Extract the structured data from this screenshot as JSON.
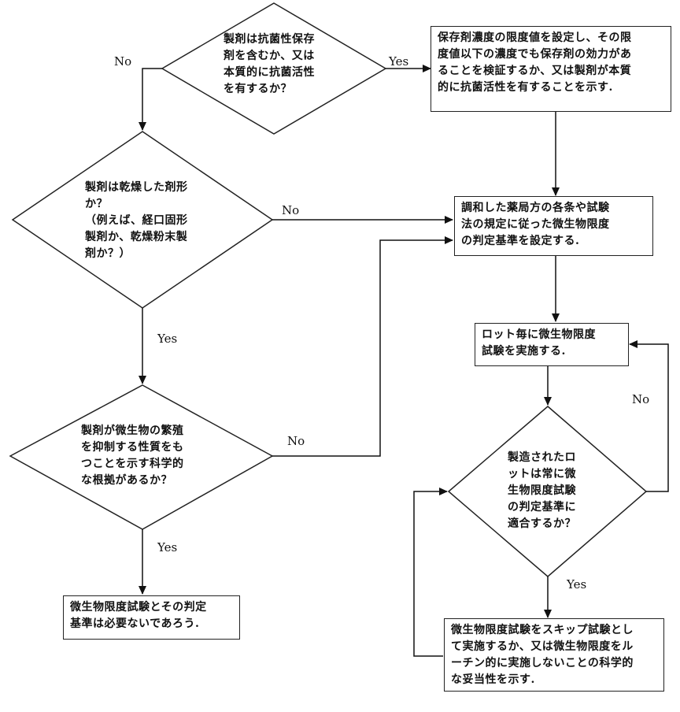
{
  "decisions": {
    "d1": "製剤は抗菌性保存\n剤を含むか、又は\n本質的に抗菌活性\nを有するか？",
    "d2": "製剤は乾燥した剤形\nか？\n（例えば、経口固形\n製剤か、乾燥粉末製\n剤か？）",
    "d3": "製剤が微生物の繁殖\nを抑制する性質をも\nつことを示す科学的\nな根拠があるか？",
    "d4": "製造されたロ\nットは常に微\n生物限度試験\nの判定基準に\n適合するか？"
  },
  "processes": {
    "p1": "保存剤濃度の限度値を設定し、その限\n度値以下の濃度でも保存剤の効力があ\nることを検証するか、又は製剤が本質\n的に抗菌活性を有することを示す.",
    "p2": "調和した薬局方の各条や試験\n法の規定に従った微生物限度\nの判定基準を設定する.",
    "p3": "ロット毎に微生物限度\n試験を実施する.",
    "p4": "微生物限度試験とその判定\n基準は必要ないであろう.",
    "p5": "微生物限度試験をスキップ試験とし\nて実施するか、又は微生物限度をル\nーチン的に実施しないことの科学的\nな妥当性を示す."
  },
  "edge_labels": {
    "d1_no": "No",
    "d1_yes": "Yes",
    "d2_no": "No",
    "d2_yes": "Yes",
    "d3_no": "No",
    "d3_yes": "Yes",
    "d4_no": "No",
    "d4_yes": "Yes"
  }
}
